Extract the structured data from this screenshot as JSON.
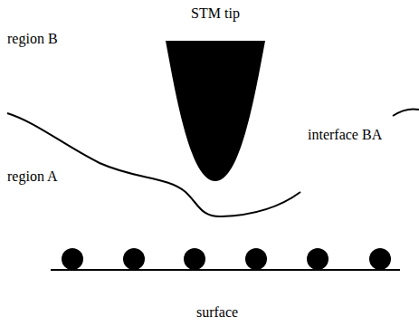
{
  "diagram": {
    "labels": [
      "STM tip",
      "region B",
      "region A",
      "interface BA",
      "surface"
    ]
  }
}
